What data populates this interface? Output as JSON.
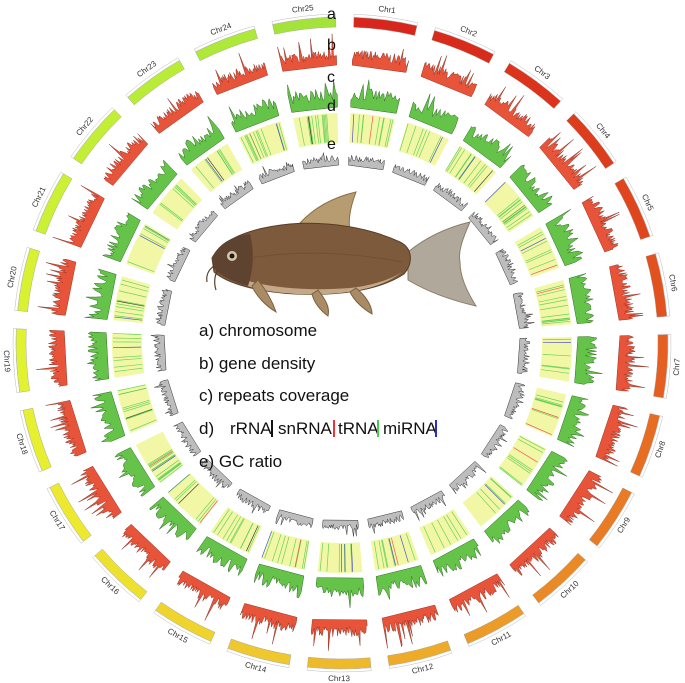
{
  "figure": {
    "track_letters": [
      "a",
      "b",
      "c",
      "d",
      "e"
    ],
    "chromosomes": [
      {
        "name": "Chr1",
        "color": "#d7261b"
      },
      {
        "name": "Chr2",
        "color": "#d92b1b"
      },
      {
        "name": "Chr3",
        "color": "#db331c"
      },
      {
        "name": "Chr4",
        "color": "#dd3c1d"
      },
      {
        "name": "Chr5",
        "color": "#df461e"
      },
      {
        "name": "Chr6",
        "color": "#e2521f"
      },
      {
        "name": "Chr7",
        "color": "#e45f21"
      },
      {
        "name": "Chr8",
        "color": "#e66d22"
      },
      {
        "name": "Chr9",
        "color": "#e87b24"
      },
      {
        "name": "Chr10",
        "color": "#ea8a26"
      },
      {
        "name": "Chr11",
        "color": "#ec9a28"
      },
      {
        "name": "Chr12",
        "color": "#eeab2a"
      },
      {
        "name": "Chr13",
        "color": "#eeba2b"
      },
      {
        "name": "Chr14",
        "color": "#eec82c"
      },
      {
        "name": "Chr15",
        "color": "#eed42d"
      },
      {
        "name": "Chr16",
        "color": "#eee02e"
      },
      {
        "name": "Chr17",
        "color": "#ece92f"
      },
      {
        "name": "Chr18",
        "color": "#e6ef30"
      },
      {
        "name": "Chr19",
        "color": "#e0f230"
      },
      {
        "name": "Chr20",
        "color": "#d8f232"
      },
      {
        "name": "Chr21",
        "color": "#ccf034"
      },
      {
        "name": "Chr22",
        "color": "#c2ee35"
      },
      {
        "name": "Chr23",
        "color": "#b8ec37"
      },
      {
        "name": "Chr24",
        "color": "#aee838"
      },
      {
        "name": "Chr25",
        "color": "#a4e43a"
      }
    ],
    "track_colors": {
      "gene_density": "#e8543a",
      "repeats": "#66c34a",
      "ncrna_background": "#f2f7a6",
      "gc": "#bdbdbd"
    },
    "legend": {
      "items": [
        "a) chromosome",
        "b) gene density",
        "c) repeats coverage"
      ],
      "ncrna_prefix": "d)",
      "ncrna": [
        {
          "label": "rRNA",
          "color": "#111111"
        },
        {
          "label": "snRNA",
          "color": "#e8343a"
        },
        {
          "label": "tRNA",
          "color": "#4ac94a"
        },
        {
          "label": "miRNA",
          "color": "#2c2cc8"
        }
      ],
      "gc": "e) GC ratio"
    },
    "fish_image": "fish-photo"
  }
}
